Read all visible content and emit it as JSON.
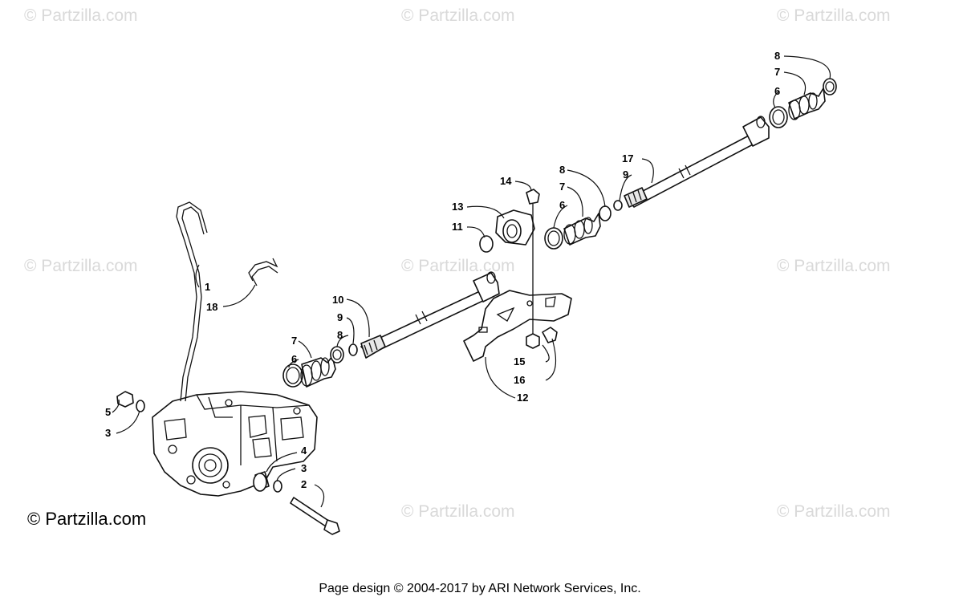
{
  "watermark": {
    "text": "© Partzilla.com",
    "main_text": "© Partzilla.com"
  },
  "footer": {
    "text": "Page design © 2004-2017 by ARI Network Services, Inc."
  },
  "callouts": [
    "1",
    "18",
    "10",
    "9",
    "8",
    "7",
    "6",
    "5",
    "3",
    "4",
    "3",
    "2",
    "14",
    "13",
    "11",
    "15",
    "16",
    "12",
    "8",
    "7",
    "6",
    "9",
    "17",
    "8",
    "7",
    "6"
  ]
}
